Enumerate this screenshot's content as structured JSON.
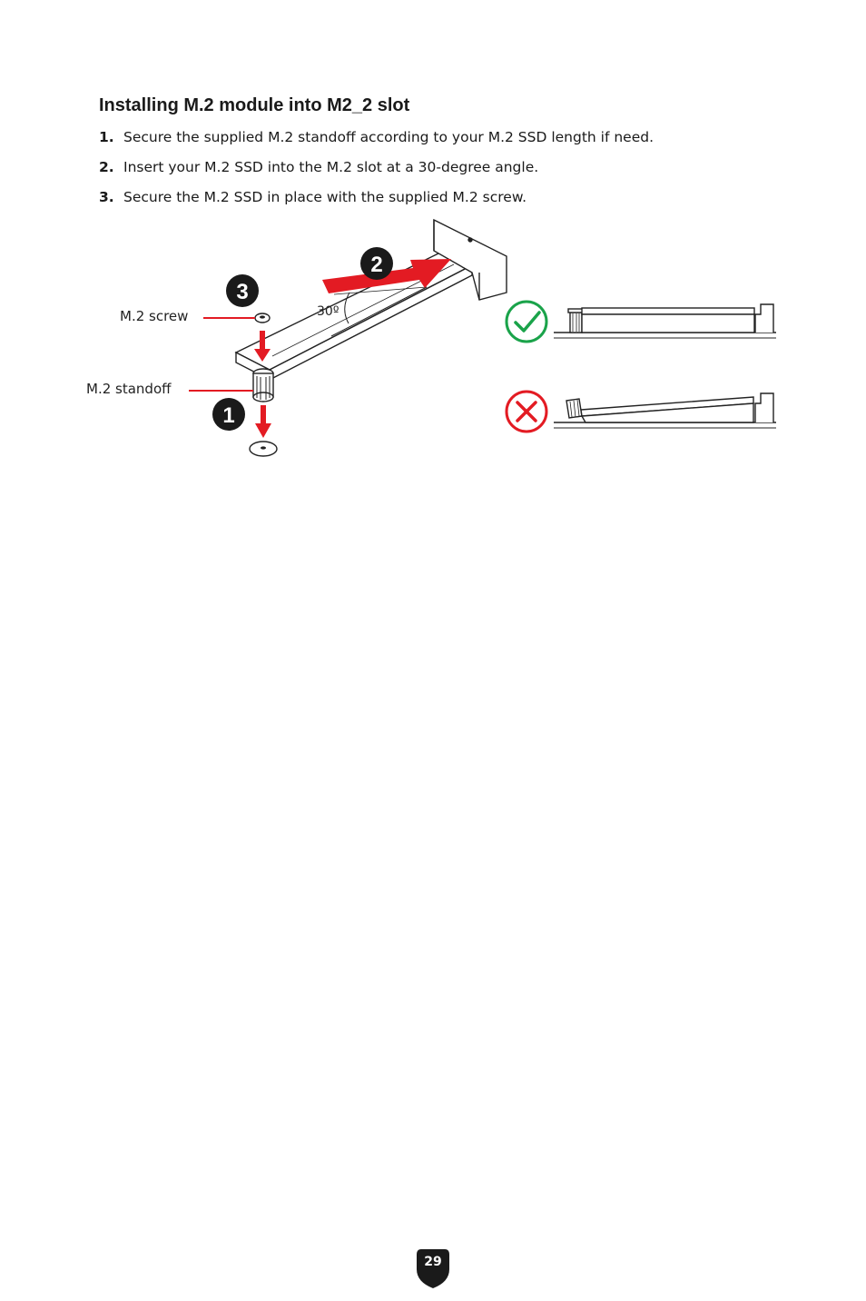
{
  "section": {
    "title": "Installing M.2 module into M2_2 slot"
  },
  "steps": [
    {
      "num": "1.",
      "text": "Secure the supplied M.2 standoff according to your M.2 SSD length if need."
    },
    {
      "num": "2.",
      "text": "Insert your M.2 SSD into the M.2 slot at a 30-degree angle."
    },
    {
      "num": "3.",
      "text": "Secure the M.2 SSD in place with the supplied M.2 screw."
    }
  ],
  "figure": {
    "label_screw": "M.2 screw",
    "label_standoff": "M.2 standoff",
    "angle": "30º",
    "badges": [
      "1",
      "2",
      "3"
    ],
    "correct_icon": "check-circle-icon",
    "wrong_icon": "x-circle-icon",
    "colors": {
      "accent": "#e31b23",
      "correct": "#1aa34a",
      "wrong": "#e31b23",
      "badge": "#1a1a1a"
    }
  },
  "footer": {
    "page_number": "29"
  }
}
